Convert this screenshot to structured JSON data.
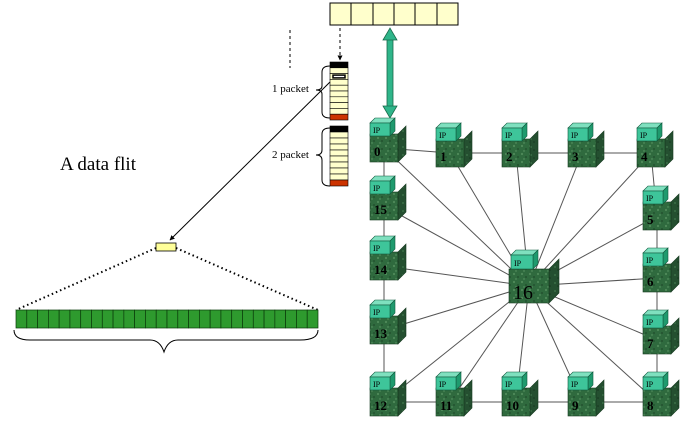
{
  "labels": {
    "title": "A data flit",
    "packet_1": "1 packet",
    "packet_2": "2 packet",
    "ip": "IP"
  },
  "colors": {
    "buffer_cell": "#ffffcc",
    "packet_header": "#000000",
    "packet_tail": "#cc3300",
    "flit_cell": "#2e9a2e",
    "cube_front": "#2f6a3e",
    "cube_top": "#3ec59a",
    "arrow": "#2fb58a"
  },
  "nodes": [
    {
      "id": "0"
    },
    {
      "id": "1"
    },
    {
      "id": "2"
    },
    {
      "id": "3"
    },
    {
      "id": "4"
    },
    {
      "id": "5"
    },
    {
      "id": "6"
    },
    {
      "id": "7"
    },
    {
      "id": "8"
    },
    {
      "id": "9"
    },
    {
      "id": "10"
    },
    {
      "id": "11"
    },
    {
      "id": "12"
    },
    {
      "id": "13"
    },
    {
      "id": "14"
    },
    {
      "id": "15"
    },
    {
      "id": "16",
      "center": true
    }
  ],
  "links": {
    "ring": [
      "0-1",
      "1-2",
      "2-3",
      "3-4",
      "4-5",
      "5-6",
      "6-7",
      "7-8",
      "8-9",
      "9-10",
      "10-11",
      "11-12",
      "12-13",
      "13-14",
      "14-15",
      "15-0"
    ],
    "hub": [
      "16-0",
      "16-1",
      "16-2",
      "16-3",
      "16-4",
      "16-5",
      "16-6",
      "16-7",
      "16-8",
      "16-9",
      "16-10",
      "16-11",
      "16-12",
      "16-13",
      "16-14",
      "16-15"
    ]
  }
}
